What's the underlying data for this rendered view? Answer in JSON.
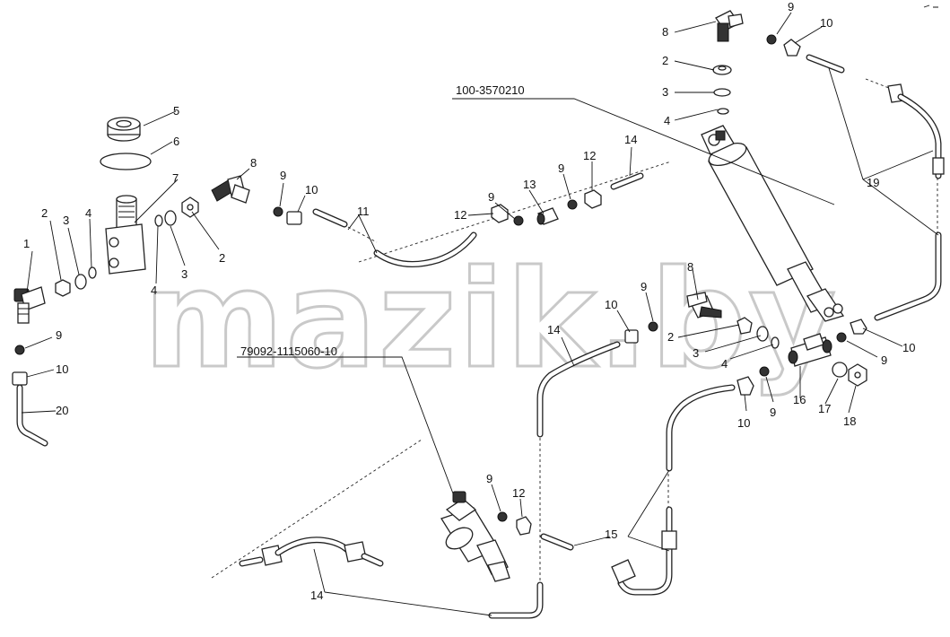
{
  "diagram": {
    "assembly_codes": [
      "100-3570210",
      "79092-1115060-10"
    ],
    "watermark": "mazik.by",
    "callouts": [
      {
        "id": "c1",
        "text": "1"
      },
      {
        "id": "c2a",
        "text": "2"
      },
      {
        "id": "c3a",
        "text": "3"
      },
      {
        "id": "c4a",
        "text": "4"
      },
      {
        "id": "c5",
        "text": "5"
      },
      {
        "id": "c6",
        "text": "6"
      },
      {
        "id": "c7",
        "text": "7"
      },
      {
        "id": "c8a",
        "text": "8"
      },
      {
        "id": "c9a",
        "text": "9"
      },
      {
        "id": "c10a",
        "text": "10"
      },
      {
        "id": "c11",
        "text": "11"
      },
      {
        "id": "c12a",
        "text": "12"
      },
      {
        "id": "c13",
        "text": "13"
      },
      {
        "id": "c9b",
        "text": "9"
      },
      {
        "id": "c12b",
        "text": "12"
      },
      {
        "id": "c9c",
        "text": "9"
      },
      {
        "id": "c14a",
        "text": "14"
      },
      {
        "id": "c4b",
        "text": "4"
      },
      {
        "id": "c3b",
        "text": "3"
      },
      {
        "id": "c2b",
        "text": "2"
      },
      {
        "id": "c9d",
        "text": "9"
      },
      {
        "id": "c10b",
        "text": "10"
      },
      {
        "id": "c20",
        "text": "20"
      },
      {
        "id": "c8b",
        "text": "8"
      },
      {
        "id": "c9e",
        "text": "9"
      },
      {
        "id": "c10c",
        "text": "10"
      },
      {
        "id": "c2c",
        "text": "2"
      },
      {
        "id": "c3c",
        "text": "3"
      },
      {
        "id": "c4c",
        "text": "4"
      },
      {
        "id": "c19",
        "text": "19"
      },
      {
        "id": "c10d",
        "text": "10"
      },
      {
        "id": "c9f",
        "text": "9"
      },
      {
        "id": "c14b",
        "text": "14"
      },
      {
        "id": "c10e",
        "text": "10"
      },
      {
        "id": "c9g",
        "text": "9"
      },
      {
        "id": "c16",
        "text": "16"
      },
      {
        "id": "c17",
        "text": "17"
      },
      {
        "id": "c18",
        "text": "18"
      },
      {
        "id": "c10f",
        "text": "10"
      },
      {
        "id": "c9h",
        "text": "9"
      },
      {
        "id": "c8c",
        "text": "8"
      },
      {
        "id": "c2d",
        "text": "2"
      },
      {
        "id": "c3d",
        "text": "3"
      },
      {
        "id": "c4d",
        "text": "4"
      },
      {
        "id": "c9i",
        "text": "9"
      },
      {
        "id": "c12c",
        "text": "12"
      },
      {
        "id": "c15",
        "text": "15"
      },
      {
        "id": "c14c",
        "text": "14"
      }
    ]
  }
}
